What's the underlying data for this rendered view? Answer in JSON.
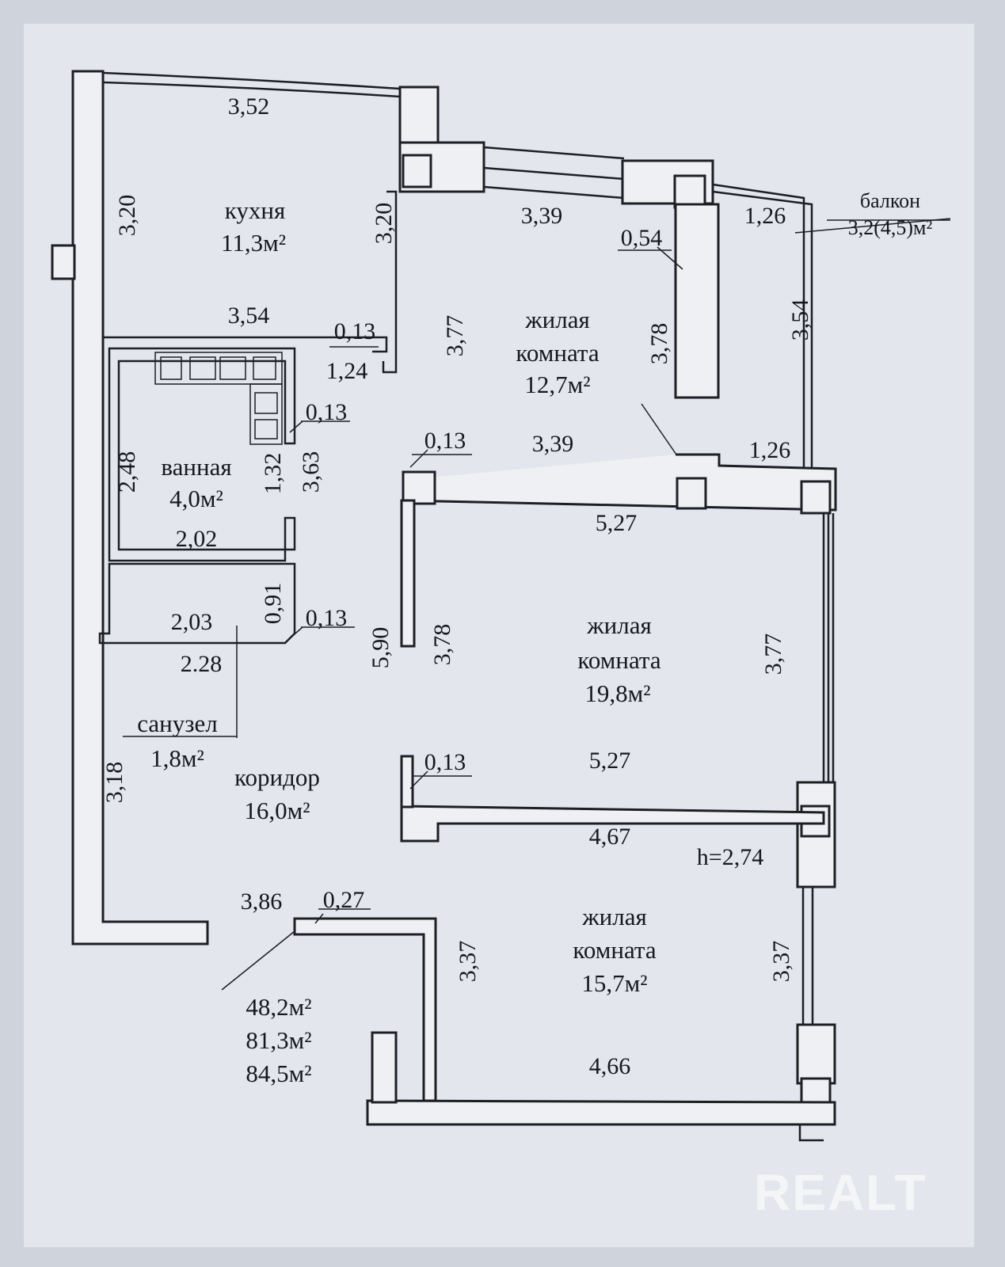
{
  "rooms": {
    "kitchen": {
      "name": "кухня",
      "area": "11,3м²"
    },
    "living1": {
      "name1": "жилая",
      "name2": "комната",
      "area": "12,7м²"
    },
    "bath": {
      "name": "ванная",
      "area": "4,0м²"
    },
    "living2": {
      "name1": "жилая",
      "name2": "комната",
      "area": "19,8м²"
    },
    "wc": {
      "name": "санузел",
      "area": "1,8м²"
    },
    "corridor": {
      "name": "коридор",
      "area": "16,0м²"
    },
    "living3": {
      "name1": "жилая",
      "name2": "комната",
      "area": "15,7м²"
    },
    "balcony": {
      "name": "балкон",
      "area": "3,2(4,5)м²"
    }
  },
  "dimensions": {
    "kitchen_top": "3,52",
    "kitchen_left": "3,20",
    "kitchen_right": "3,20",
    "kitchen_bottom": "3,54",
    "l1_top": "3,39",
    "l1_pillar": "0,54",
    "l1_left": "3,77",
    "l1_right": "3,78",
    "l1_bottom": "3,39",
    "bal_top": "1,26",
    "bal_side": "3,54",
    "bal_bottom": "1,26",
    "wall_013_a": "0,13",
    "d_124": "1,24",
    "wall_013_b": "0,13",
    "bath_left": "2,48",
    "bath_right_a": "1,32",
    "bath_right_b": "3,63",
    "bath_bottom": "2,02",
    "wall_013_c": "0,13",
    "l2_top": "5,27",
    "l2_left": "3,78",
    "l2_right": "3,77",
    "l2_bottom": "5,27",
    "wc_width": "2,03",
    "wc_depth": "0,91",
    "wall_013_d": "0,13",
    "wc_outer": "2.28",
    "corr_left": "5,90",
    "corr_left2": "3,18",
    "wall_013_e": "0,13",
    "l3_top": "4,67",
    "height": "h=2,74",
    "corr_bottom": "3,86",
    "wall_027": "0,27",
    "l3_left": "3,37",
    "l3_right": "3,37",
    "l3_bottom": "4,66"
  },
  "totals": [
    "48,2м²",
    "81,3м²",
    "84,5м²"
  ],
  "watermark": "REALT"
}
